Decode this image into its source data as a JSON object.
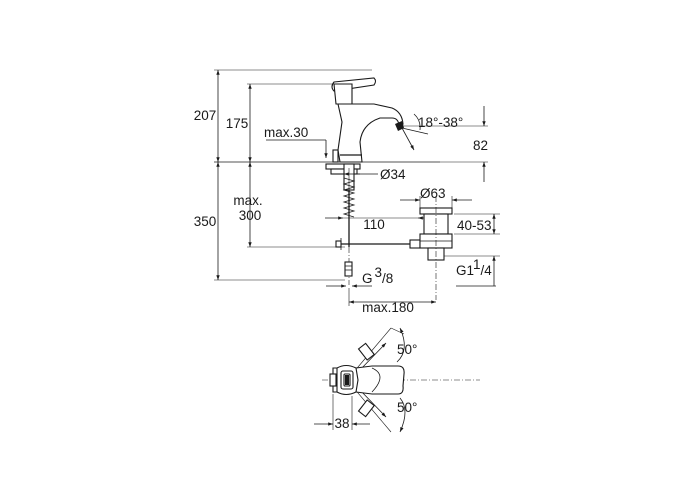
{
  "dimensions": {
    "total_height": "207",
    "spout_height": "175",
    "thickness_max_prefix": "max.30",
    "tilt_angle": "18°-38°",
    "spout_offset": "82",
    "hole_diameter": "Ø34",
    "pipe_length_max_line1": "max.",
    "pipe_length_max_line2": "300",
    "total_below": "350",
    "waste_diameter": "Ø63",
    "rod_distance": "110",
    "waste_range": "40-53",
    "connection_g38": "G",
    "connection_g38_sup": "3",
    "connection_g38_sub": "/8",
    "waste_thread": "G1",
    "waste_thread_sup": "1",
    "waste_thread_sub": "/4",
    "rod_max": "max.180",
    "plan_angle_top": "50°",
    "plan_angle_bottom": "50°",
    "plan_width": "38"
  }
}
